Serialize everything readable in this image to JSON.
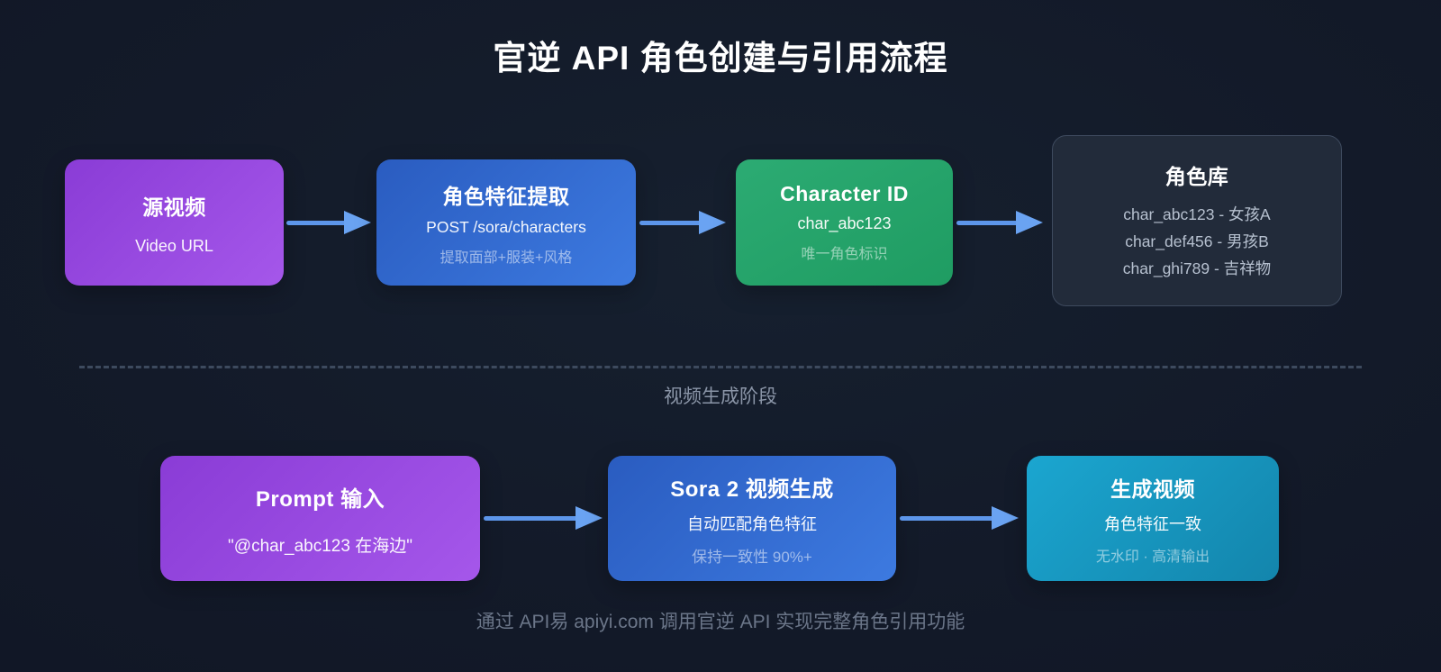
{
  "title": "官逆 API 角色创建与引用流程",
  "colors": {
    "background": "#141b2b",
    "arrow": "#6aa3f2",
    "purple_box": "#9a4ae0",
    "blue_box": "#3d7ae0",
    "green_box": "#25a46b",
    "teal_box": "#189cc2",
    "library_border": "#3e4a5e"
  },
  "flow_top": {
    "steps": [
      {
        "title": "源视频",
        "subtitle": "Video URL"
      },
      {
        "title": "角色特征提取",
        "subtitle": "POST /sora/characters",
        "note": "提取面部+服装+风格"
      },
      {
        "title": "Character ID",
        "subtitle": "char_abc123",
        "note": "唯一角色标识"
      }
    ],
    "library": {
      "title": "角色库",
      "items": [
        "char_abc123 - 女孩A",
        "char_def456 - 男孩B",
        "char_ghi789 - 吉祥物"
      ]
    }
  },
  "divider_label": "视频生成阶段",
  "flow_bottom": {
    "steps": [
      {
        "title": "Prompt 输入",
        "subtitle": "\"@char_abc123 在海边\""
      },
      {
        "title": "Sora 2 视频生成",
        "subtitle": "自动匹配角色特征",
        "note": "保持一致性 90%+"
      },
      {
        "title": "生成视频",
        "subtitle": "角色特征一致",
        "note": "无水印 · 高清输出"
      }
    ]
  },
  "footer": "通过 API易 apiyi.com 调用官逆 API 实现完整角色引用功能"
}
